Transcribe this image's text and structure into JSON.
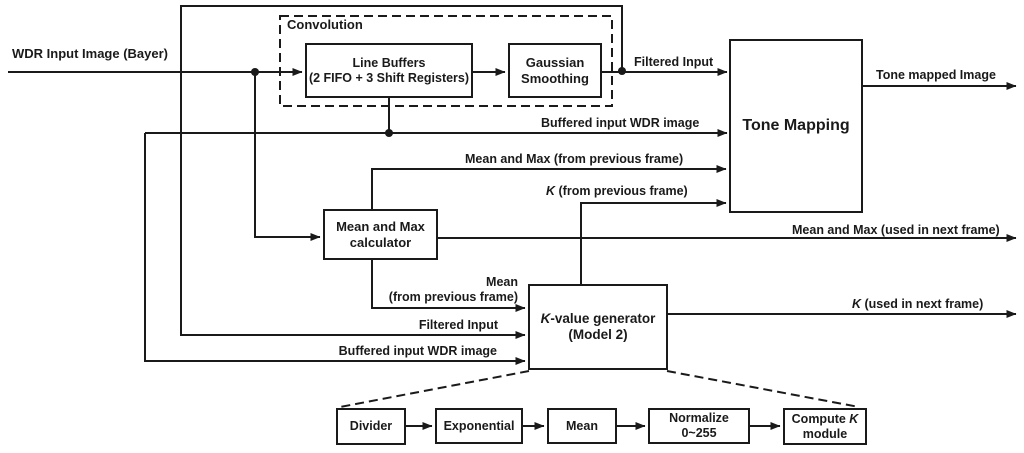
{
  "colors": {
    "line": "#1a1a1a",
    "background": "#ffffff"
  },
  "diagram": {
    "input_label": "WDR Input Image (Bayer)",
    "convolution": {
      "title": "Convolution",
      "line_buffers_line1": "Line Buffers",
      "line_buffers_line2": "(2 FIFO + 3 Shift Registers)",
      "gaussian_line1": "Gaussian",
      "gaussian_line2": "Smoothing"
    },
    "tone_mapping_title": "Tone Mapping",
    "mean_max_calc_line1": "Mean and Max",
    "mean_max_calc_line2": "calculator",
    "k_generator": {
      "k": "K",
      "rest": "-value generator",
      "line2": "(Model 2)"
    },
    "signals": {
      "filtered_input_top": "Filtered Input",
      "tone_mapped_image": "Tone mapped Image",
      "buffered_input_top": "Buffered input WDR image",
      "mean_max_prev": "Mean and Max (from previous frame)",
      "k_prev_k": "K",
      "k_prev_rest": " (from previous frame)",
      "mean_max_next": "Mean and Max (used in next frame)",
      "k_next_k": "K",
      "k_next_rest": " (used in next frame)",
      "mean_prev_line1": "Mean",
      "mean_prev_line2": "(from previous frame)",
      "filtered_input_bottom": "Filtered Input",
      "buffered_input_bottom": "Buffered input WDR image"
    },
    "pipeline": {
      "divider": "Divider",
      "exponential": "Exponential",
      "mean": "Mean",
      "normalize_line1": "Normalize",
      "normalize_line2": "0~255",
      "compute_pre": "Compute ",
      "compute_k": "K",
      "compute_line2": "module"
    }
  }
}
